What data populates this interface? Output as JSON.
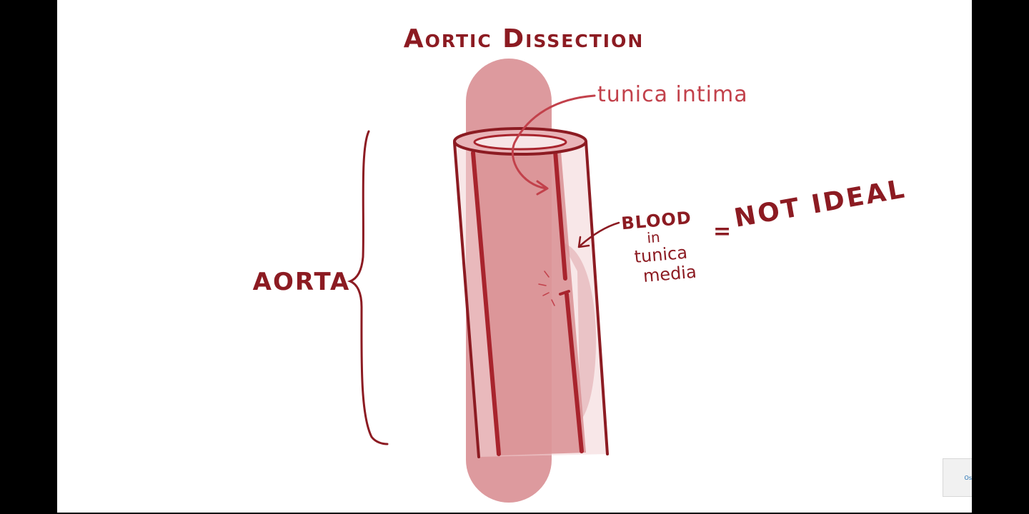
{
  "diagram": {
    "title": "Aortic Dissection",
    "labels": {
      "vessel": "Aorta",
      "intima": "tunica intima",
      "blood_line1": "Blood",
      "blood_line2": "in",
      "blood_line3": "tunica",
      "blood_line4": "media",
      "equals": "=",
      "verdict": "NOT IDEAL"
    },
    "colors": {
      "ink": "#8c1b22",
      "intima_ink": "#c2414b",
      "blood_fill": "#d98f93",
      "wall_fill": "#f3d3d5",
      "background": "#ffffff",
      "letterbox": "#000000"
    }
  },
  "watermark": {
    "text": "Osmosis",
    "icon": "osmosis-logo-icon"
  }
}
